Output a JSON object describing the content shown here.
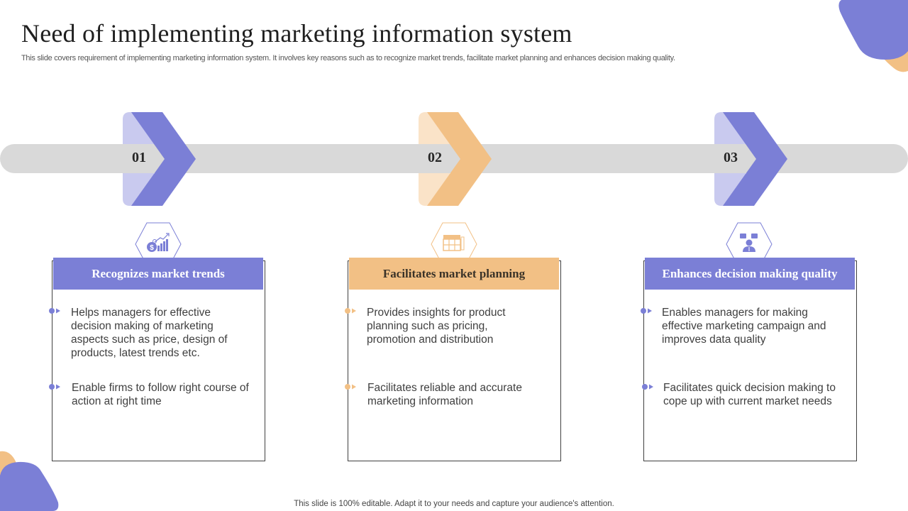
{
  "slide": {
    "title": "Need of implementing  marketing  information  system",
    "subtitle": "This slide covers requirement of implementing marketing information system. It involves key reasons such as to recognize market trends, facilitate market planning and enhances decision making quality.",
    "footer": "This slide is 100% editable. Adapt it to your needs and capture your audience's attention."
  },
  "colors": {
    "purple": "#7b7fd6",
    "purple_light": "#c9caef",
    "orange": "#f2c085",
    "orange_light": "#fae3c8",
    "track": "#d9d9d9"
  },
  "steps": [
    {
      "number": "01",
      "icon": "money-growth-chart-icon",
      "heading": "Recognizes market trends",
      "bullets": [
        "Helps managers for effective decision making of marketing aspects such  as price, design of products, latest trends etc.",
        "Enable firms to follow right course of action at right time"
      ]
    },
    {
      "number": "02",
      "icon": "planning-calendar-icon",
      "heading": "Facilitates market planning",
      "bullets": [
        "Provides insights for product planning such  as pricing, promotion and distribution",
        "Facilitates reliable and accurate marketing  information"
      ]
    },
    {
      "number": "03",
      "icon": "decision-maker-icon",
      "heading": "Enhances decision making quality",
      "bullets": [
        "Enables managers for making effective marketing campaign and improves data quality",
        "Facilitates quick decision making to cope up with current market needs"
      ]
    }
  ]
}
